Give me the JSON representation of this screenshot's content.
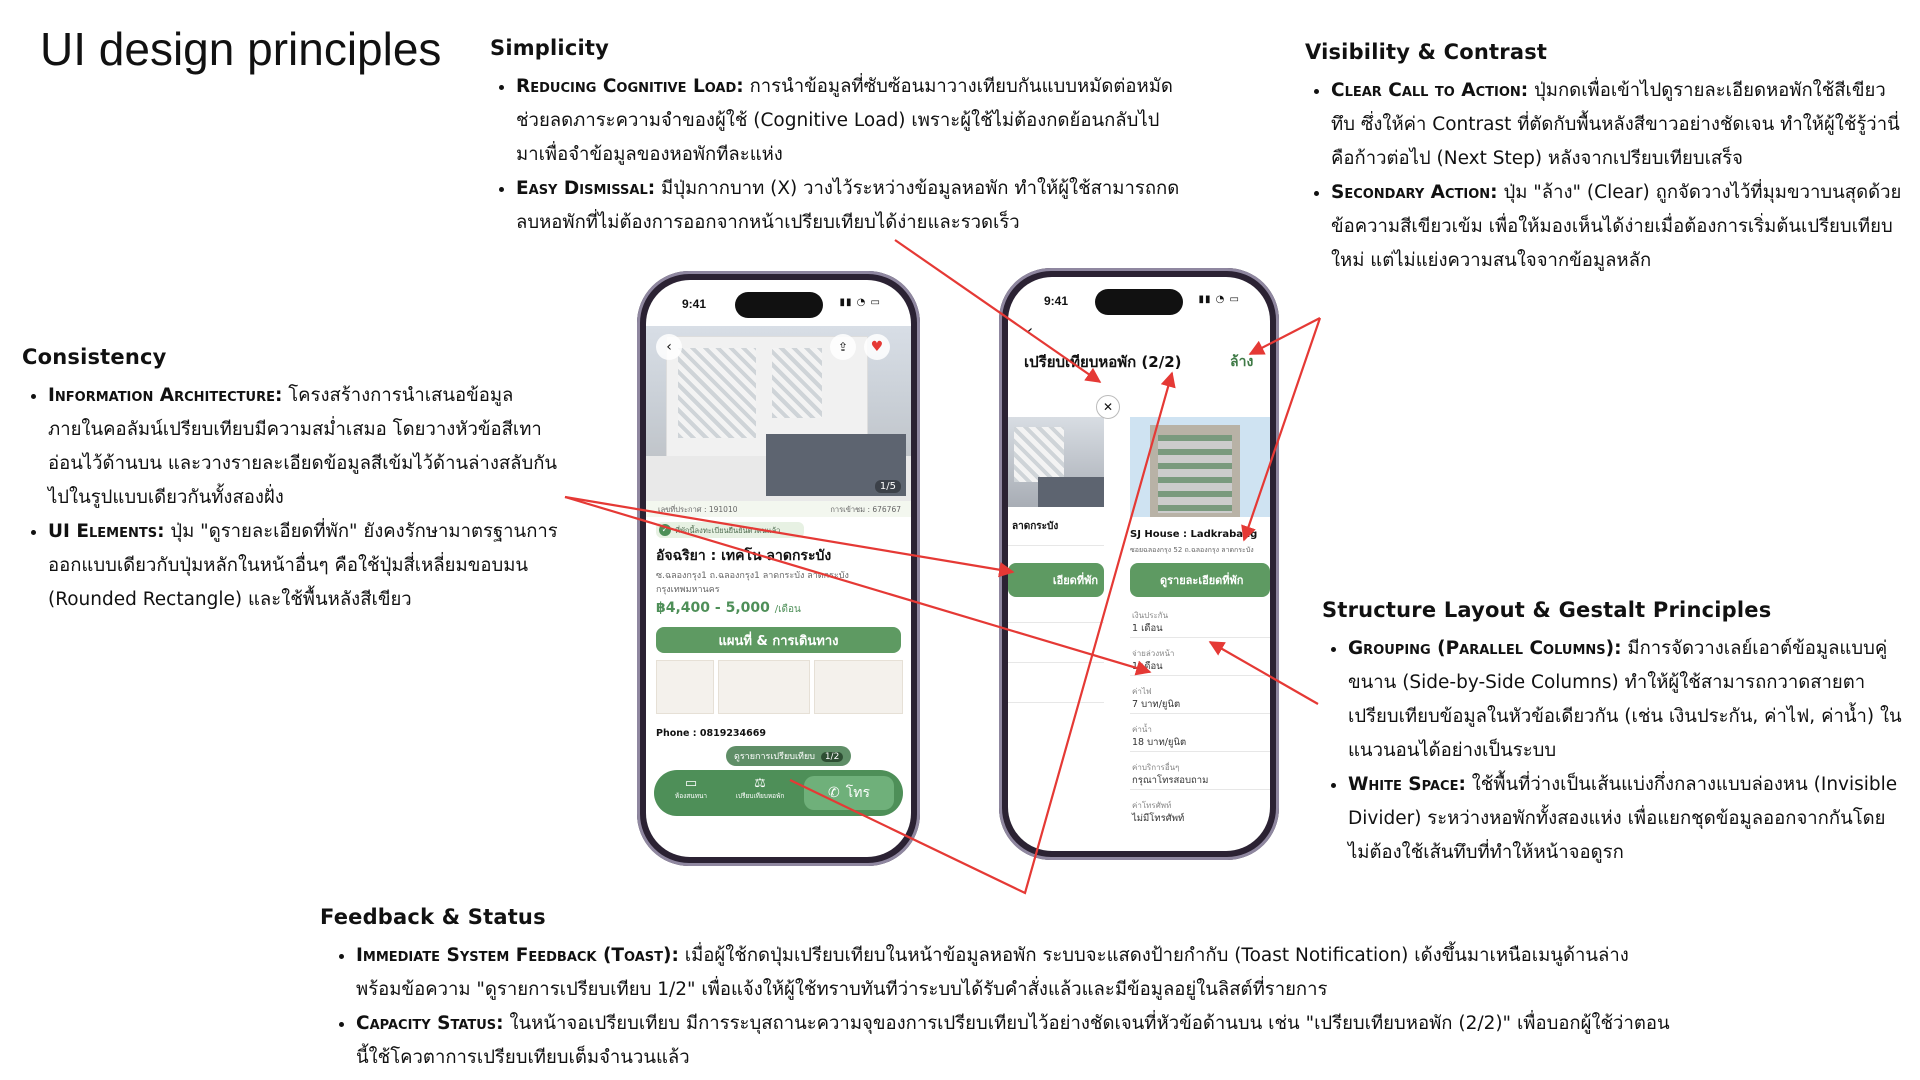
{
  "title": "UI design principles",
  "simplicity": {
    "heading": "Simplicity",
    "items": [
      {
        "key": "Reducing Cognitive Load:",
        "text": " การนำข้อมูลที่ซับซ้อนมาวางเทียบกันแบบหมัดต่อหมัด ช่วยลดภาระความจำของผู้ใช้ (Cognitive Load) เพราะผู้ใช้ไม่ต้องกดย้อนกลับไปมาเพื่อจำข้อมูลของหอพักทีละแห่ง"
      },
      {
        "key": "Easy Dismissal:",
        "text": " มีปุ่มกากบาท (X) วางไว้ระหว่างข้อมูลหอพัก ทำให้ผู้ใช้สามารถกดลบหอพักที่ไม่ต้องการออกจากหน้าเปรียบเทียบได้ง่ายและรวดเร็ว"
      }
    ]
  },
  "visibility": {
    "heading": "Visibility & Contrast",
    "items": [
      {
        "key": "Clear Call to Action:",
        "text": " ปุ่มกดเพื่อเข้าไปดูรายละเอียดหอพักใช้สีเขียวทึบ ซึ่งให้ค่า Contrast ที่ตัดกับพื้นหลังสีขาวอย่างชัดเจน ทำให้ผู้ใช้รู้ว่านี่คือก้าวต่อไป (Next Step) หลังจากเปรียบเทียบเสร็จ"
      },
      {
        "key": "Secondary Action:",
        "text": " ปุ่ม \"ล้าง\" (Clear) ถูกจัดวางไว้ที่มุมขวาบนสุดด้วยข้อความสีเขียวเข้ม เพื่อให้มองเห็นได้ง่ายเมื่อต้องการเริ่มต้นเปรียบเทียบใหม่ แต่ไม่แย่งความสนใจจากข้อมูลหลัก"
      }
    ]
  },
  "consistency": {
    "heading": "Consistency",
    "items": [
      {
        "key": "Information Architecture:",
        "text": " โครงสร้างการนำเสนอข้อมูลภายในคอลัมน์เปรียบเทียบมีความสม่ำเสมอ โดยวางหัวข้อสีเทาอ่อนไว้ด้านบน และวางรายละเอียดข้อมูลสีเข้มไว้ด้านล่างสลับกันไปในรูปแบบเดียวกันทั้งสองฝั่ง"
      },
      {
        "key": "UI Elements:",
        "text": " ปุ่ม \"ดูรายละเอียดที่พัก\" ยังคงรักษามาตรฐานการออกแบบเดียวกับปุ่มหลักในหน้าอื่นๆ คือใช้ปุ่มสี่เหลี่ยมขอบมน (Rounded Rectangle) และใช้พื้นหลังสีเขียว"
      }
    ]
  },
  "structure": {
    "heading": "Structure Layout & Gestalt Principles",
    "items": [
      {
        "key": "Grouping (Parallel Columns):",
        "text": " มีการจัดวางเลย์เอาต์ข้อมูลแบบคู่ขนาน (Side-by-Side Columns) ทำให้ผู้ใช้สามารถกวาดสายตาเปรียบเทียบข้อมูลในหัวข้อเดียวกัน (เช่น เงินประกัน, ค่าไฟ, ค่าน้ำ) ในแนวนอนได้อย่างเป็นระบบ"
      },
      {
        "key": "White Space:",
        "text": " ใช้พื้นที่ว่างเป็นเส้นแบ่งกึ่งกลางแบบล่องหน (Invisible Divider) ระหว่างหอพักทั้งสองแห่ง เพื่อแยกชุดข้อมูลออกจากกันโดยไม่ต้องใช้เส้นทึบที่ทำให้หน้าจอดูรก"
      }
    ]
  },
  "feedback": {
    "heading": "Feedback & Status",
    "items": [
      {
        "key": "Immediate System Feedback (Toast):",
        "text": " เมื่อผู้ใช้กดปุ่มเปรียบเทียบในหน้าข้อมูลหอพัก ระบบจะแสดงป้ายกำกับ (Toast Notification) เด้งขึ้นมาเหนือเมนูด้านล่างพร้อมข้อความ \"ดูรายการเปรียบเทียบ 1/2\" เพื่อแจ้งให้ผู้ใช้ทราบทันทีว่าระบบได้รับคำสั่งแล้วและมีข้อมูลอยู่ในลิสต์ที่รายการ"
      },
      {
        "key": "Capacity Status:",
        "text": " ในหน้าจอเปรียบเทียบ มีการระบุสถานะความจุของการเปรียบเทียบไว้อย่างชัดเจนที่หัวข้อด้านบน เช่น \"เปรียบเทียบหอพัก (2/2)\" เพื่อบอกผู้ใช้ว่าตอนนี้ใช้โควตาการเปรียบเทียบเต็มจำนวนแล้ว"
      }
    ]
  },
  "phone1": {
    "time": "9:41",
    "photo_count": "1/5",
    "id_label": "เลขที่ประกาศ : 191010",
    "id2_label": "การเข้าชม : 676767",
    "verified": "ที่พักนี้ลงทะเบียนยืนยันตัวตนแล้ว",
    "name": "อัจฉริยา : เทคโน ลาดกระบัง",
    "address1": "ซ.ฉลองกรุง1 ถ.ฉลองกรุง1 ลาดกระบัง ลาดกระบัง",
    "address2": "กรุงเทพมหานคร",
    "price": "฿4,400 - 5,000",
    "price_unit": "/เดือน",
    "map_button": "แผนที่ & การเดินทาง",
    "phone": "Phone : 0819234669",
    "toast": "ดูรายการเปรียบเทียบ",
    "toast_count": "1/2",
    "nav_chat": "ห้องสนทนา",
    "nav_compare": "เปรียบเทียบหอพัก",
    "nav_call": "โทร"
  },
  "phone2": {
    "time": "9:41",
    "header": "เปรียบเทียบหอพัก (2/2)",
    "clear": "ล้าง",
    "left_name": "ลาดกระบัง",
    "right_name": "SJ House : Ladkrabang",
    "right_addr": "ซอยฉลองกรุง 52 ถ.ฉลองกรุง ลาดกระบัง",
    "detail_button": "ดูรายละเอียดที่พัก",
    "fields": [
      {
        "label": "เงินประกัน",
        "value": "1 เดือน"
      },
      {
        "label": "จ่ายล่วงหน้า",
        "value": "1 เดือน"
      },
      {
        "label": "ค่าไฟ",
        "value": "7 บาท/ยูนิต"
      },
      {
        "label": "ค่าน้ำ",
        "value": "18 บาท/ยูนิต"
      },
      {
        "label": "ค่าบริการอื่นๆ",
        "value": "กรุณาโทรสอบถาม"
      },
      {
        "label": "ค่าโทรศัพท์",
        "value": "ไม่มีโทรศัพท์"
      }
    ]
  },
  "colors": {
    "accent_green": "#5e9a62",
    "arrow_red": "#e53935"
  }
}
